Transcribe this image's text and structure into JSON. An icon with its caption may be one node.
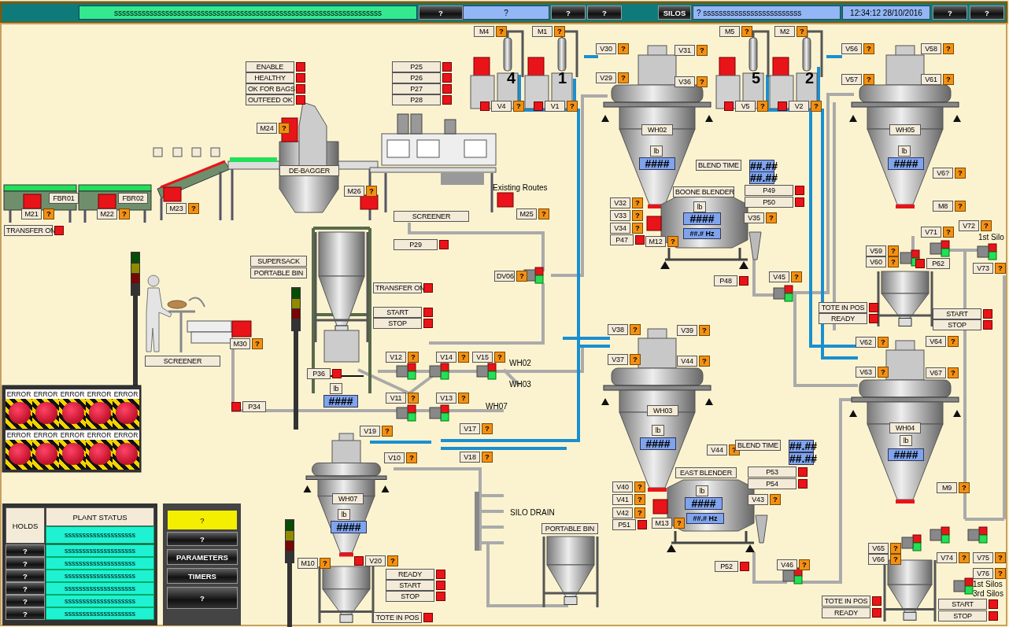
{
  "diagram": {
    "nodes": [
      {
        "text": [
          "ssssssssssssssssssssssssssssssssssssssssssssssssssssssssssssssssssss"
        ]
      },
      {
        "text": [
          "?"
        ]
      },
      {
        "text": [
          "?"
        ]
      },
      {
        "text": [
          "?"
        ]
      },
      {
        "text": [
          "?"
        ]
      },
      {
        "text": [
          "SILOS"
        ]
      },
      {
        "text": [
          "?",
          "sssssssssssssssssssssssss"
        ]
      },
      {
        "text": [
          "12:34:12 28/10/2016"
        ]
      },
      {
        "text": [
          "?"
        ]
      },
      {
        "text": [
          "?"
        ]
      },
      {
        "text": [
          "ENABLE"
        ]
      },
      {
        "text": [
          "HEALTHY"
        ]
      },
      {
        "text": [
          "OK FOR BAGS"
        ]
      },
      {
        "text": [
          "OUTFEED OK"
        ]
      },
      {
        "text": [
          "P25"
        ]
      },
      {
        "text": [
          "P26"
        ]
      },
      {
        "text": [
          "P27"
        ]
      },
      {
        "text": [
          "P28"
        ]
      },
      {
        "text": [
          "M4"
        ],
        "beside": [
          "?"
        ]
      },
      {
        "text": [
          "M1"
        ],
        "beside": [
          "?"
        ]
      },
      {
        "text": [
          "M5"
        ],
        "beside": [
          "?"
        ]
      },
      {
        "text": [
          "M2"
        ],
        "beside": [
          "?"
        ]
      },
      {
        "text": [
          "V30"
        ],
        "beside": [
          "?"
        ]
      },
      {
        "text": [
          "V31"
        ],
        "beside": [
          "?"
        ]
      },
      {
        "text": [
          "V56"
        ],
        "beside": [
          "?"
        ]
      },
      {
        "text": [
          "V58"
        ],
        "beside": [
          "?"
        ]
      },
      {
        "text": [
          "V29"
        ],
        "beside": [
          "?"
        ]
      },
      {
        "text": [
          "V36"
        ],
        "beside": [
          "?"
        ]
      },
      {
        "text": [
          "V57"
        ],
        "beside": [
          "?"
        ]
      },
      {
        "text": [
          "V61"
        ],
        "beside": [
          "?"
        ]
      },
      {
        "text": [
          "V4"
        ],
        "beside": [
          "?"
        ]
      },
      {
        "text": [
          "V1"
        ],
        "beside": [
          "?"
        ]
      },
      {
        "text": [
          "V5"
        ],
        "beside": [
          "?"
        ]
      },
      {
        "text": [
          "V2"
        ],
        "beside": [
          "?"
        ]
      },
      {
        "text": [
          "M24"
        ],
        "beside": [
          "?"
        ]
      },
      {
        "text": [
          "DE-BAGGER"
        ]
      },
      {
        "text": [
          "FBR01"
        ]
      },
      {
        "text": [
          "FBR02"
        ]
      },
      {
        "text": [
          "M21"
        ],
        "beside": [
          "?"
        ]
      },
      {
        "text": [
          "M22"
        ],
        "beside": [
          "?"
        ]
      },
      {
        "text": [
          "M23"
        ],
        "beside": [
          "?"
        ]
      },
      {
        "text": [
          "M26"
        ],
        "beside": [
          "?"
        ]
      },
      {
        "text": [
          "M25"
        ],
        "beside": [
          "?"
        ]
      },
      {
        "text": [
          "SCREENER"
        ]
      },
      {
        "text": [
          "TRANSFER ON"
        ]
      },
      {
        "text": [
          "WH02"
        ]
      },
      {
        "text": [
          "WH05"
        ]
      },
      {
        "text": [
          "lb"
        ]
      },
      {
        "text": [
          "####"
        ]
      },
      {
        "text": [
          "lb"
        ]
      },
      {
        "text": [
          "####"
        ]
      },
      {
        "text": [
          "BLEND TIME"
        ]
      },
      {
        "text": [
          "##.##"
        ]
      },
      {
        "text": [
          "##.##"
        ]
      },
      {
        "text": [
          "BOONE BLENDER"
        ]
      },
      {
        "text": [
          "P49"
        ]
      },
      {
        "text": [
          "P50"
        ]
      },
      {
        "text": [
          "V6?"
        ],
        "beside": [
          "?"
        ]
      },
      {
        "text": [
          "V32"
        ],
        "beside": [
          "?"
        ]
      },
      {
        "text": [
          "V33"
        ],
        "beside": [
          "?"
        ]
      },
      {
        "text": [
          "V34"
        ],
        "beside": [
          "?"
        ]
      },
      {
        "text": [
          "P47"
        ]
      },
      {
        "text": [
          "lb"
        ]
      },
      {
        "text": [
          "####"
        ]
      },
      {
        "text": [
          "##.# Hz"
        ]
      },
      {
        "text": [
          "M12"
        ],
        "beside": [
          "?"
        ]
      },
      {
        "text": [
          "V35"
        ],
        "beside": [
          "?"
        ]
      },
      {
        "text": [
          "M8"
        ],
        "beside": [
          "?"
        ]
      },
      {
        "text": [
          "V71"
        ],
        "beside": [
          "?"
        ]
      },
      {
        "text": [
          "V72"
        ],
        "beside": [
          "?"
        ]
      },
      {
        "text": [
          "V59"
        ],
        "beside": [
          "?"
        ]
      },
      {
        "text": [
          "V60"
        ],
        "beside": [
          "?"
        ]
      },
      {
        "text": [
          "P62"
        ]
      },
      {
        "text": [
          "V73"
        ],
        "beside": [
          "?"
        ]
      },
      {
        "text": [
          "P29"
        ]
      },
      {
        "text": [
          "DV06"
        ],
        "beside": [
          "?"
        ]
      },
      {
        "text": [
          "P48"
        ]
      },
      {
        "text": [
          "V45"
        ],
        "beside": [
          "?"
        ]
      },
      {
        "text": [
          "SUPERSACK"
        ]
      },
      {
        "text": [
          "PORTABLE BIN"
        ]
      },
      {
        "text": [
          "TRANSFER ON"
        ]
      },
      {
        "text": [
          "START"
        ]
      },
      {
        "text": [
          "STOP"
        ]
      },
      {
        "text": [
          "TOTE IN POS"
        ]
      },
      {
        "text": [
          "READY"
        ]
      },
      {
        "text": [
          "START"
        ]
      },
      {
        "text": [
          "STOP"
        ]
      },
      {
        "text": [
          "V38"
        ],
        "beside": [
          "?"
        ]
      },
      {
        "text": [
          "V39"
        ],
        "beside": [
          "?"
        ]
      },
      {
        "text": [
          "V37"
        ],
        "beside": [
          "?"
        ]
      },
      {
        "text": [
          "V44"
        ],
        "beside": [
          "?"
        ]
      },
      {
        "text": [
          "V62"
        ],
        "beside": [
          "?"
        ]
      },
      {
        "text": [
          "V64"
        ],
        "beside": [
          "?"
        ]
      },
      {
        "text": [
          "V63"
        ],
        "beside": [
          "?"
        ]
      },
      {
        "text": [
          "V67"
        ],
        "beside": [
          "?"
        ]
      },
      {
        "text": [
          "M30"
        ],
        "beside": [
          "?"
        ]
      },
      {
        "text": [
          "SCREENER"
        ]
      },
      {
        "text": [
          "V12"
        ],
        "beside": [
          "?"
        ]
      },
      {
        "text": [
          "V14"
        ],
        "beside": [
          "?"
        ]
      },
      {
        "text": [
          "V15"
        ],
        "beside": [
          "?"
        ]
      },
      {
        "text": [
          "P36"
        ]
      },
      {
        "text": [
          "lb"
        ]
      },
      {
        "text": [
          "####"
        ]
      },
      {
        "text": [
          "V11"
        ],
        "beside": [
          "?"
        ]
      },
      {
        "text": [
          "V13"
        ],
        "beside": [
          "?"
        ]
      },
      {
        "text": [
          "P34"
        ]
      },
      {
        "text": [
          "WH03"
        ]
      },
      {
        "text": [
          "WH04"
        ]
      },
      {
        "text": [
          "lb"
        ]
      },
      {
        "text": [
          "####"
        ]
      },
      {
        "text": [
          "V44"
        ],
        "beside": [
          "?"
        ]
      },
      {
        "text": [
          "BLEND TIME"
        ]
      },
      {
        "text": [
          "##.##"
        ]
      },
      {
        "text": [
          "##.##"
        ]
      },
      {
        "text": [
          "lb"
        ]
      },
      {
        "text": [
          "####"
        ]
      },
      {
        "text": [
          "V17"
        ],
        "beside": [
          "?"
        ]
      },
      {
        "text": [
          "V19"
        ],
        "beside": [
          "?"
        ]
      },
      {
        "text": [
          "V18"
        ],
        "beside": [
          "?"
        ]
      },
      {
        "text": [
          "V10"
        ],
        "beside": [
          "?"
        ]
      },
      {
        "text": [
          "EAST BLENDER"
        ]
      },
      {
        "text": [
          "P53"
        ]
      },
      {
        "text": [
          "P54"
        ]
      },
      {
        "text": [
          "V40"
        ],
        "beside": [
          "?"
        ]
      },
      {
        "text": [
          "V41"
        ],
        "beside": [
          "?"
        ]
      },
      {
        "text": [
          "V42"
        ],
        "beside": [
          "?"
        ]
      },
      {
        "text": [
          "P51"
        ]
      },
      {
        "text": [
          "lb"
        ]
      },
      {
        "text": [
          "####"
        ]
      },
      {
        "text": [
          "##.# Hz"
        ]
      },
      {
        "text": [
          "M13"
        ],
        "beside": [
          "?"
        ]
      },
      {
        "text": [
          "V43"
        ],
        "beside": [
          "?"
        ]
      },
      {
        "text": [
          "M9"
        ],
        "beside": [
          "?"
        ]
      },
      {
        "text": [
          "WH07"
        ]
      },
      {
        "text": [
          "lb"
        ]
      },
      {
        "text": [
          "####"
        ]
      },
      {
        "text": [
          "PORTABLE BIN"
        ]
      },
      {
        "text": [
          "M10"
        ],
        "beside": [
          "?"
        ]
      },
      {
        "text": [
          "V20"
        ],
        "beside": [
          "?"
        ]
      },
      {
        "text": [
          "P52"
        ]
      },
      {
        "text": [
          "V46"
        ],
        "beside": [
          "?"
        ]
      },
      {
        "text": [
          "V65"
        ],
        "beside": [
          "?"
        ]
      },
      {
        "text": [
          "V66"
        ],
        "beside": [
          "?"
        ]
      },
      {
        "text": [
          "V74"
        ],
        "beside": [
          "?"
        ]
      },
      {
        "text": [
          "V75"
        ],
        "beside": [
          "?"
        ]
      },
      {
        "text": [
          "V76"
        ],
        "beside": [
          "?"
        ]
      },
      {
        "text": [
          "READY"
        ]
      },
      {
        "text": [
          "START"
        ]
      },
      {
        "text": [
          "STOP"
        ]
      },
      {
        "text": [
          "TOTE IN POS"
        ]
      },
      {
        "text": [
          "TOTE IN POS"
        ]
      },
      {
        "text": [
          "READY"
        ]
      },
      {
        "text": [
          "START"
        ]
      },
      {
        "text": [
          "STOP"
        ]
      },
      {
        "text": [
          "ERROR"
        ]
      },
      {
        "text": [
          "ERROR"
        ]
      },
      {
        "text": [
          "ERROR"
        ]
      },
      {
        "text": [
          "ERROR"
        ]
      },
      {
        "text": [
          "ERROR"
        ]
      },
      {
        "text": [
          "ERROR"
        ]
      },
      {
        "text": [
          "ERROR"
        ]
      },
      {
        "text": [
          "ERROR"
        ]
      },
      {
        "text": [
          "ERROR"
        ]
      },
      {
        "text": [
          "ERROR"
        ]
      },
      {
        "text": [
          "HOLDS"
        ]
      },
      {
        "text": [
          "PLANT STATUS"
        ]
      },
      {
        "text": [
          "ssssssssssssssssssss"
        ]
      },
      {
        "text": [
          "?"
        ]
      },
      {
        "text": [
          "ssssssssssssssssssss"
        ]
      },
      {
        "text": [
          "?"
        ]
      },
      {
        "text": [
          "ssssssssssssssssssss"
        ]
      },
      {
        "text": [
          "?"
        ]
      },
      {
        "text": [
          "ssssssssssssssssssss"
        ]
      },
      {
        "text": [
          "?"
        ]
      },
      {
        "text": [
          "ssssssssssssssssssss"
        ]
      },
      {
        "text": [
          "?"
        ]
      },
      {
        "text": [
          "ssssssssssssssssssss"
        ]
      },
      {
        "text": [
          "?"
        ]
      },
      {
        "text": [
          "ssssssssssssssssssss"
        ]
      },
      {
        "text": [
          "?"
        ]
      },
      {
        "text": [
          "?"
        ]
      },
      {
        "text": [
          "PARAMETERS"
        ]
      },
      {
        "text": [
          "TIMERS"
        ]
      },
      {
        "text": [
          "?"
        ]
      }
    ],
    "labels": [
      "4",
      "1",
      "5",
      "2",
      "Existing Routes",
      "1st Silo",
      "WH02",
      "WH03",
      "WH07",
      "SILO DRAIN",
      "1st Silos",
      "3rd Silos"
    ]
  }
}
